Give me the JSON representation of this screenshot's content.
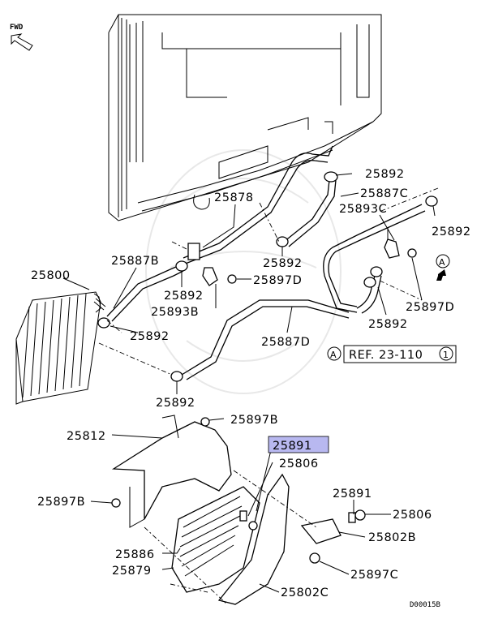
{
  "diagram": {
    "direction_label": "FWD",
    "footer_code": "D00015B",
    "reference": {
      "marker": "A",
      "text": "REF. 23-110",
      "circled": "1"
    },
    "arrow_marker": "A",
    "highlight_color": "#b8b8f0",
    "labels": {
      "p25892_a": "25892",
      "p25887c": "25887C",
      "p25878": "25878",
      "p25893c": "25893C",
      "p25892_b": "25892",
      "p25800": "25800",
      "p25887b": "25887B",
      "p25892_c": "25892",
      "p25892_d": "25892",
      "p25897d_a": "25897D",
      "p25893b": "25893B",
      "p25897d_b": "25897D",
      "p25892_e": "25892",
      "p25892_f": "25892",
      "p25887d": "25887D",
      "p25892_g": "25892",
      "p25897b_a": "25897B",
      "p25812": "25812",
      "p25891_highlight": "25891",
      "p25806_a": "25806",
      "p25897b_b": "25897B",
      "p25891": "25891",
      "p25806_b": "25806",
      "p25802b": "25802B",
      "p25886": "25886",
      "p25879": "25879",
      "p25897c": "25897C",
      "p25802c": "25802C"
    }
  }
}
